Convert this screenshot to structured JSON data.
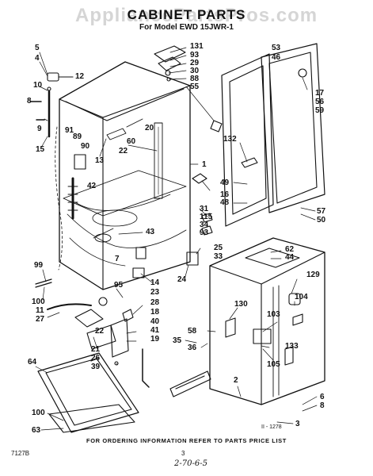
{
  "watermark": "AppliancePartsPros.com",
  "title": "CABINET PARTS",
  "subtitle": "For Model EWD 15JWR-1",
  "footer_note": "FOR ORDERING INFORMATION REFER TO PARTS PRICE LIST",
  "drawing_code": "II - 1278",
  "page_number_left": "7127B",
  "page_number_center": "3",
  "handwritten_note": "2-70-6-5",
  "callouts": [
    "5",
    "4",
    "10",
    "12",
    "8",
    "9",
    "15",
    "91",
    "89",
    "90",
    "13",
    "60",
    "22",
    "20",
    "131",
    "93",
    "29",
    "30",
    "88",
    "55",
    "53",
    "46",
    "17",
    "56",
    "59",
    "132",
    "1",
    "42",
    "16",
    "49",
    "48",
    "57",
    "50",
    "43",
    "31",
    "115",
    "34",
    "93",
    "25",
    "33",
    "7",
    "24",
    "62",
    "44",
    "99",
    "100",
    "11",
    "27",
    "95",
    "14",
    "23",
    "28",
    "18",
    "40",
    "41",
    "19",
    "22",
    "21",
    "26",
    "39",
    "129",
    "104",
    "130",
    "103",
    "105",
    "133",
    "58",
    "35",
    "36",
    "2",
    "64",
    "100",
    "63",
    "6",
    "8",
    "3"
  ]
}
